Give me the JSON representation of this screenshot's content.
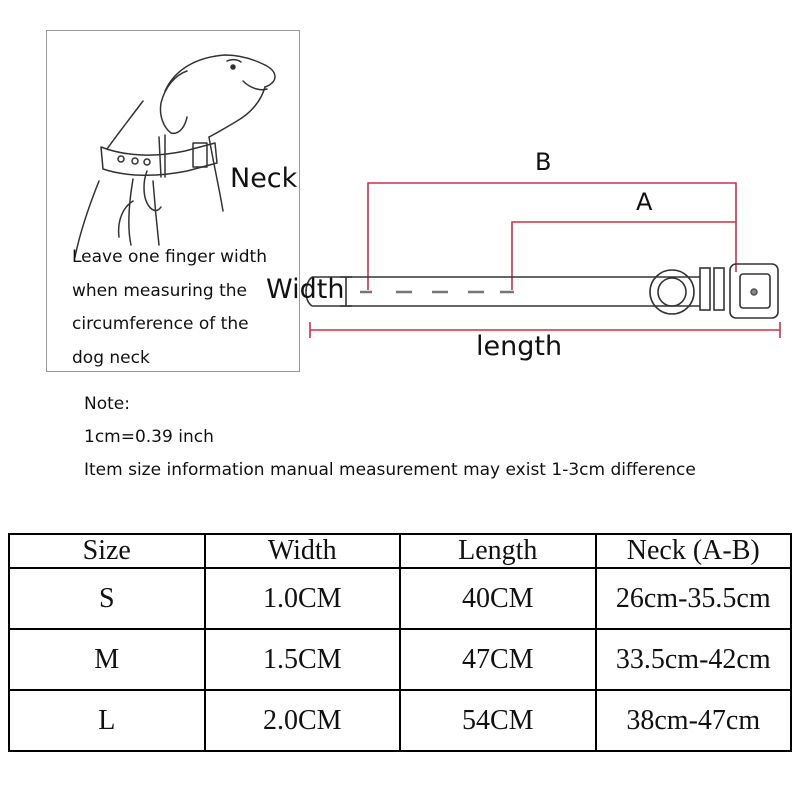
{
  "illustration": {
    "neck_label": "Neck",
    "finger_note": "Leave one finger width when measuring the circumference of the dog neck"
  },
  "collar_diagram": {
    "label_b": "B",
    "label_a": "A",
    "label_width": "Width",
    "label_length": "length",
    "accent_color": "#c8324c"
  },
  "notes": {
    "title": "Note:",
    "conversion": "1cm=0.39 inch",
    "disclaimer": "Item size information manual measurement may exist 1-3cm difference"
  },
  "size_table": {
    "headers": [
      "Size",
      "Width",
      "Length",
      "Neck (A-B)"
    ],
    "rows": [
      [
        "S",
        "1.0CM",
        "40CM",
        "26cm-35.5cm"
      ],
      [
        "M",
        "1.5CM",
        "47CM",
        "33.5cm-42cm"
      ],
      [
        "L",
        "2.0CM",
        "54CM",
        "38cm-47cm"
      ]
    ]
  }
}
